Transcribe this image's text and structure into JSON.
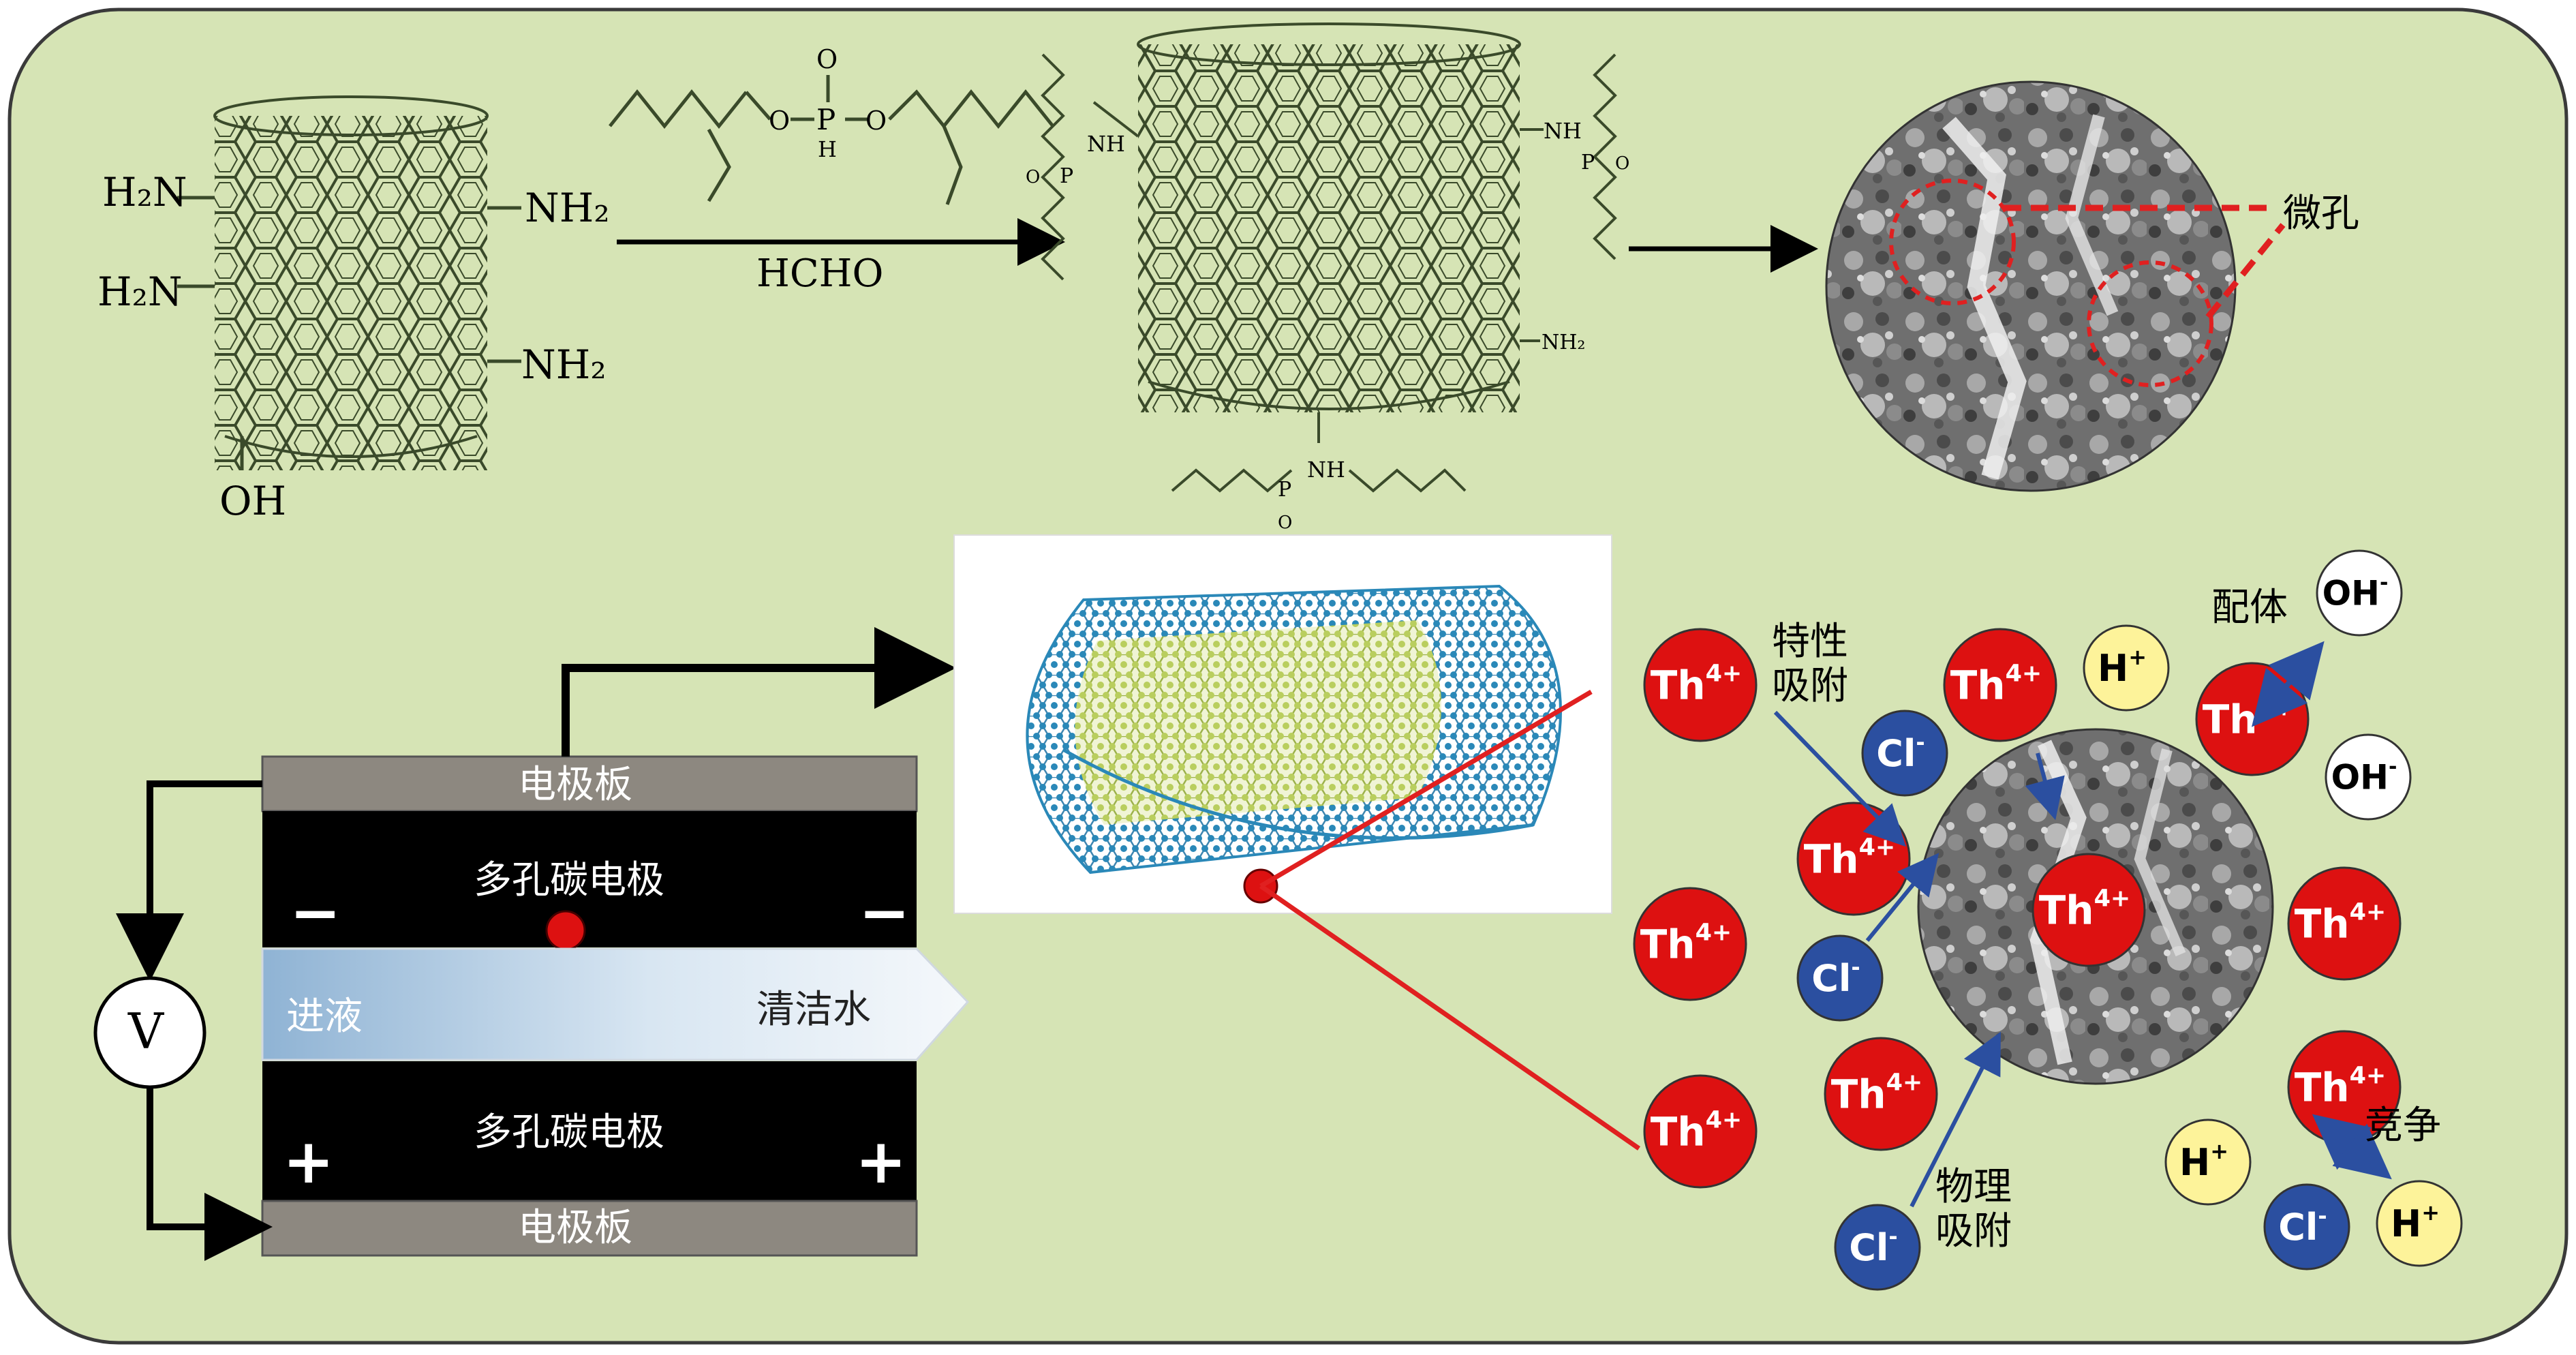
{
  "colors": {
    "panel_bg": "#d6e4b5",
    "panel_border": "#3a3a3a",
    "tube_line": "#3a4a2a",
    "th_ion": "#dd1111",
    "cl_ion": "#2b4fa0",
    "h_ion": "#fdf39a",
    "oh_ion": "#ffffff",
    "electrode_plate": "#8d8880",
    "porous_electrode": "#000000",
    "flow_channel": "#cfe0f0",
    "dashed_red": "#e02020",
    "interaction_arrow": "#2b4fa0",
    "atom_blue": "#2a88b8",
    "atom_yellow": "#c9d654"
  },
  "synthesis": {
    "left_groups": {
      "h2n_top": "H₂N",
      "h2n_bottom": "H₂N",
      "oh": "OH",
      "nh2_top": "NH₂",
      "nh2_bottom": "NH₂"
    },
    "reagent": {
      "o_top": "O",
      "p": "P",
      "h": "H",
      "o_left": "O",
      "o_right": "O"
    },
    "reaction_label": "HCHO",
    "product_labels": {
      "nh_left": "NH",
      "nh_right": "NH",
      "nh2": "NH₂",
      "nh_bottom": "NH",
      "o": "O",
      "p": "P"
    },
    "micropore_label": "微孔"
  },
  "cell": {
    "top_plate": "电极板",
    "bottom_plate": "电极板",
    "top_electrode": "多孔碳电极",
    "bottom_electrode": "多孔碳电极",
    "inlet": "进液",
    "outlet": "清洁水",
    "voltmeter": "V",
    "minus_sign": "−",
    "plus_sign": "+"
  },
  "mechanism": {
    "specific_adsorption": [
      "特性",
      "吸附"
    ],
    "physical_adsorption": [
      "物理",
      "吸附"
    ],
    "ligand": "配体",
    "competition": "竞争",
    "th_label": "Th",
    "th_charge": "4+",
    "cl_label": "Cl",
    "cl_charge": "-",
    "h_label": "H",
    "h_charge": "+",
    "oh_label": "OH",
    "oh_charge": "-"
  }
}
